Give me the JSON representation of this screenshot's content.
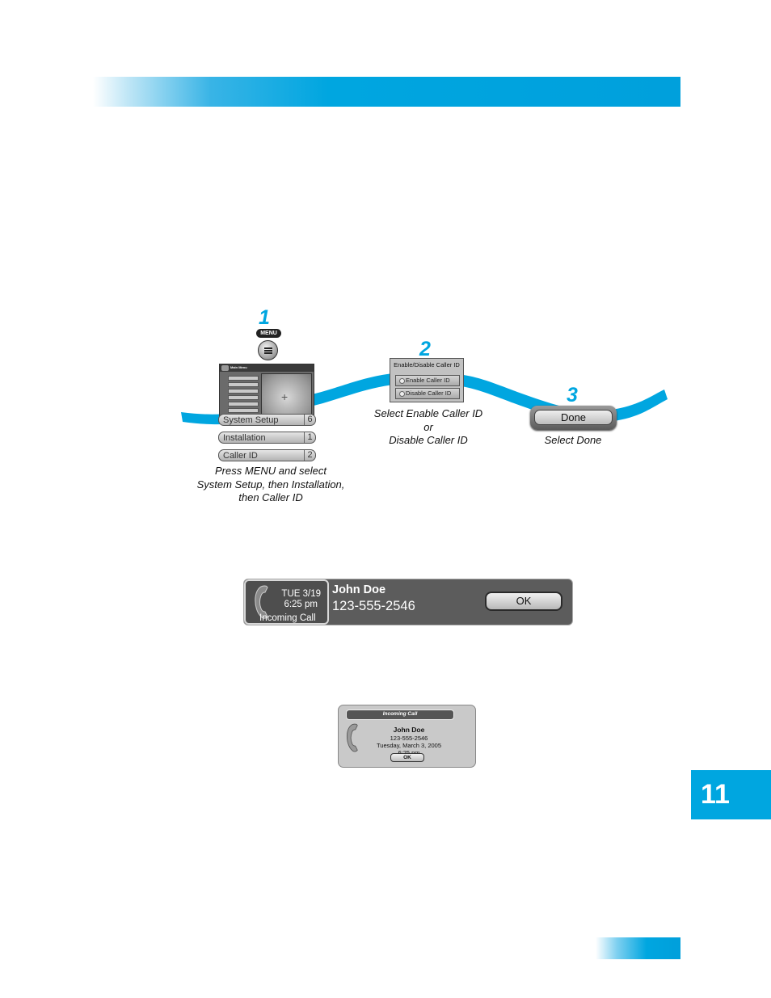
{
  "chapter_number": "11",
  "colors": {
    "accent": "#00a6e0"
  },
  "steps": [
    {
      "number": "1",
      "caption_lines": [
        "Press MENU and select",
        "System Setup, then Installation,",
        "then Caller ID"
      ]
    },
    {
      "number": "2",
      "caption_lines": [
        "Select Enable Caller ID",
        "or",
        "Disable Caller ID"
      ]
    },
    {
      "number": "3",
      "caption_lines": [
        "Select Done"
      ]
    }
  ],
  "remote": {
    "menu_label": "MENU"
  },
  "menu_screen": {
    "items": [
      {
        "label": "System Setup",
        "number": "6"
      },
      {
        "label": "Installation",
        "number": "1"
      },
      {
        "label": "Caller ID",
        "number": "2"
      }
    ]
  },
  "caller_id_dialog": {
    "title": "Enable/Disable Caller ID",
    "options": [
      "Enable Caller ID",
      "Disable Caller ID"
    ]
  },
  "done_button": "Done",
  "banner": {
    "date": "TUE 3/19",
    "time": "6:25 pm",
    "status": "Incoming Call",
    "name": "John Doe",
    "number": "123-555-2546",
    "ok": "OK",
    "phone_icon": "phone-icon"
  },
  "popup": {
    "title": "Incoming Call",
    "name": "John Doe",
    "number": "123-555-2546",
    "date": "Tuesday, March 3, 2005",
    "time": "6:25 pm",
    "ok": "OK",
    "phone_icon": "phone-icon"
  }
}
